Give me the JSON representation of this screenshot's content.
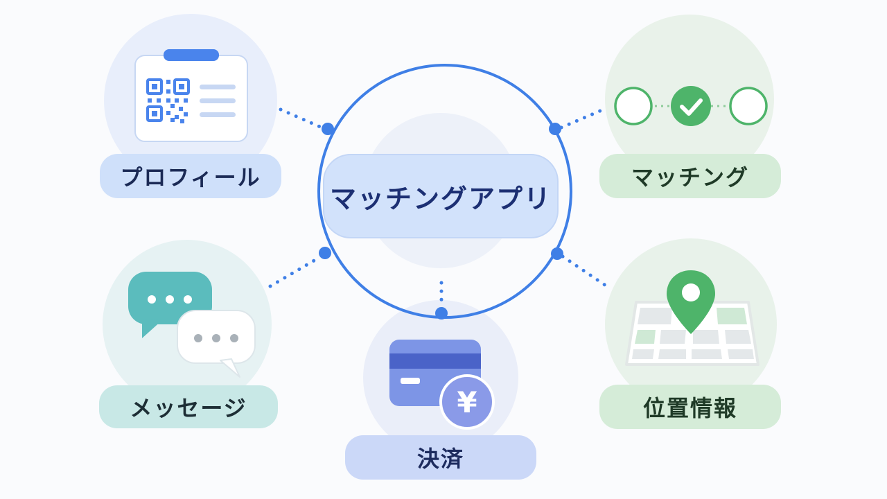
{
  "center": {
    "label": "マッチングアプリ"
  },
  "features": {
    "profile": {
      "label": "プロフィール",
      "icon": "profile-card-qr-icon"
    },
    "matching": {
      "label": "マッチング",
      "icon": "match-check-icon"
    },
    "message": {
      "label": "メッセージ",
      "icon": "chat-bubbles-icon"
    },
    "payment": {
      "label": "決済",
      "icon": "credit-card-yen-icon",
      "symbol": "¥"
    },
    "location": {
      "label": "位置情報",
      "icon": "map-pin-icon"
    }
  },
  "colors": {
    "ring": "#3f7fe6",
    "blue_accent": "#4a84ec",
    "green_accent": "#4eb46a",
    "teal_accent": "#5bbcbd",
    "indigo_accent": "#7588e6"
  }
}
